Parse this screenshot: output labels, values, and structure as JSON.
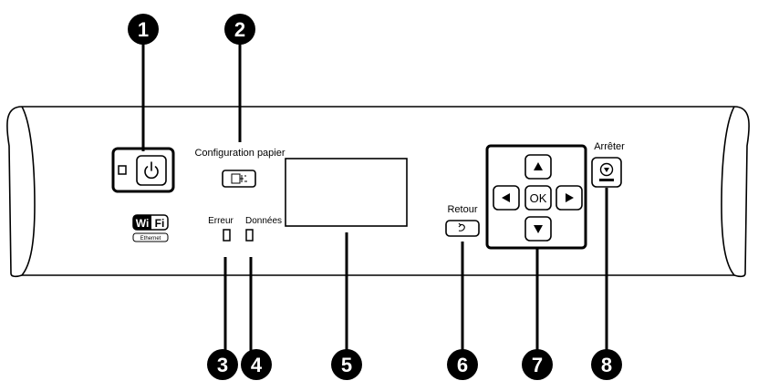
{
  "labels": {
    "config_paper": "Configuration papier",
    "error": "Erreur",
    "data": "Données",
    "back": "Retour",
    "stop": "Arrêter",
    "ok": "OK",
    "wifi_w": "Wi",
    "wifi_f": "Fi",
    "ethernet": "Ethernet"
  },
  "callouts": [
    "1",
    "2",
    "3",
    "4",
    "5",
    "6",
    "7",
    "8"
  ],
  "icons": {
    "power": "power-icon",
    "paper": "paper-setup-icon",
    "back": "return-arrow-icon",
    "stop": "stop-icon",
    "up": "arrow-up-icon",
    "down": "arrow-down-icon",
    "left": "arrow-left-icon",
    "right": "arrow-right-icon"
  }
}
